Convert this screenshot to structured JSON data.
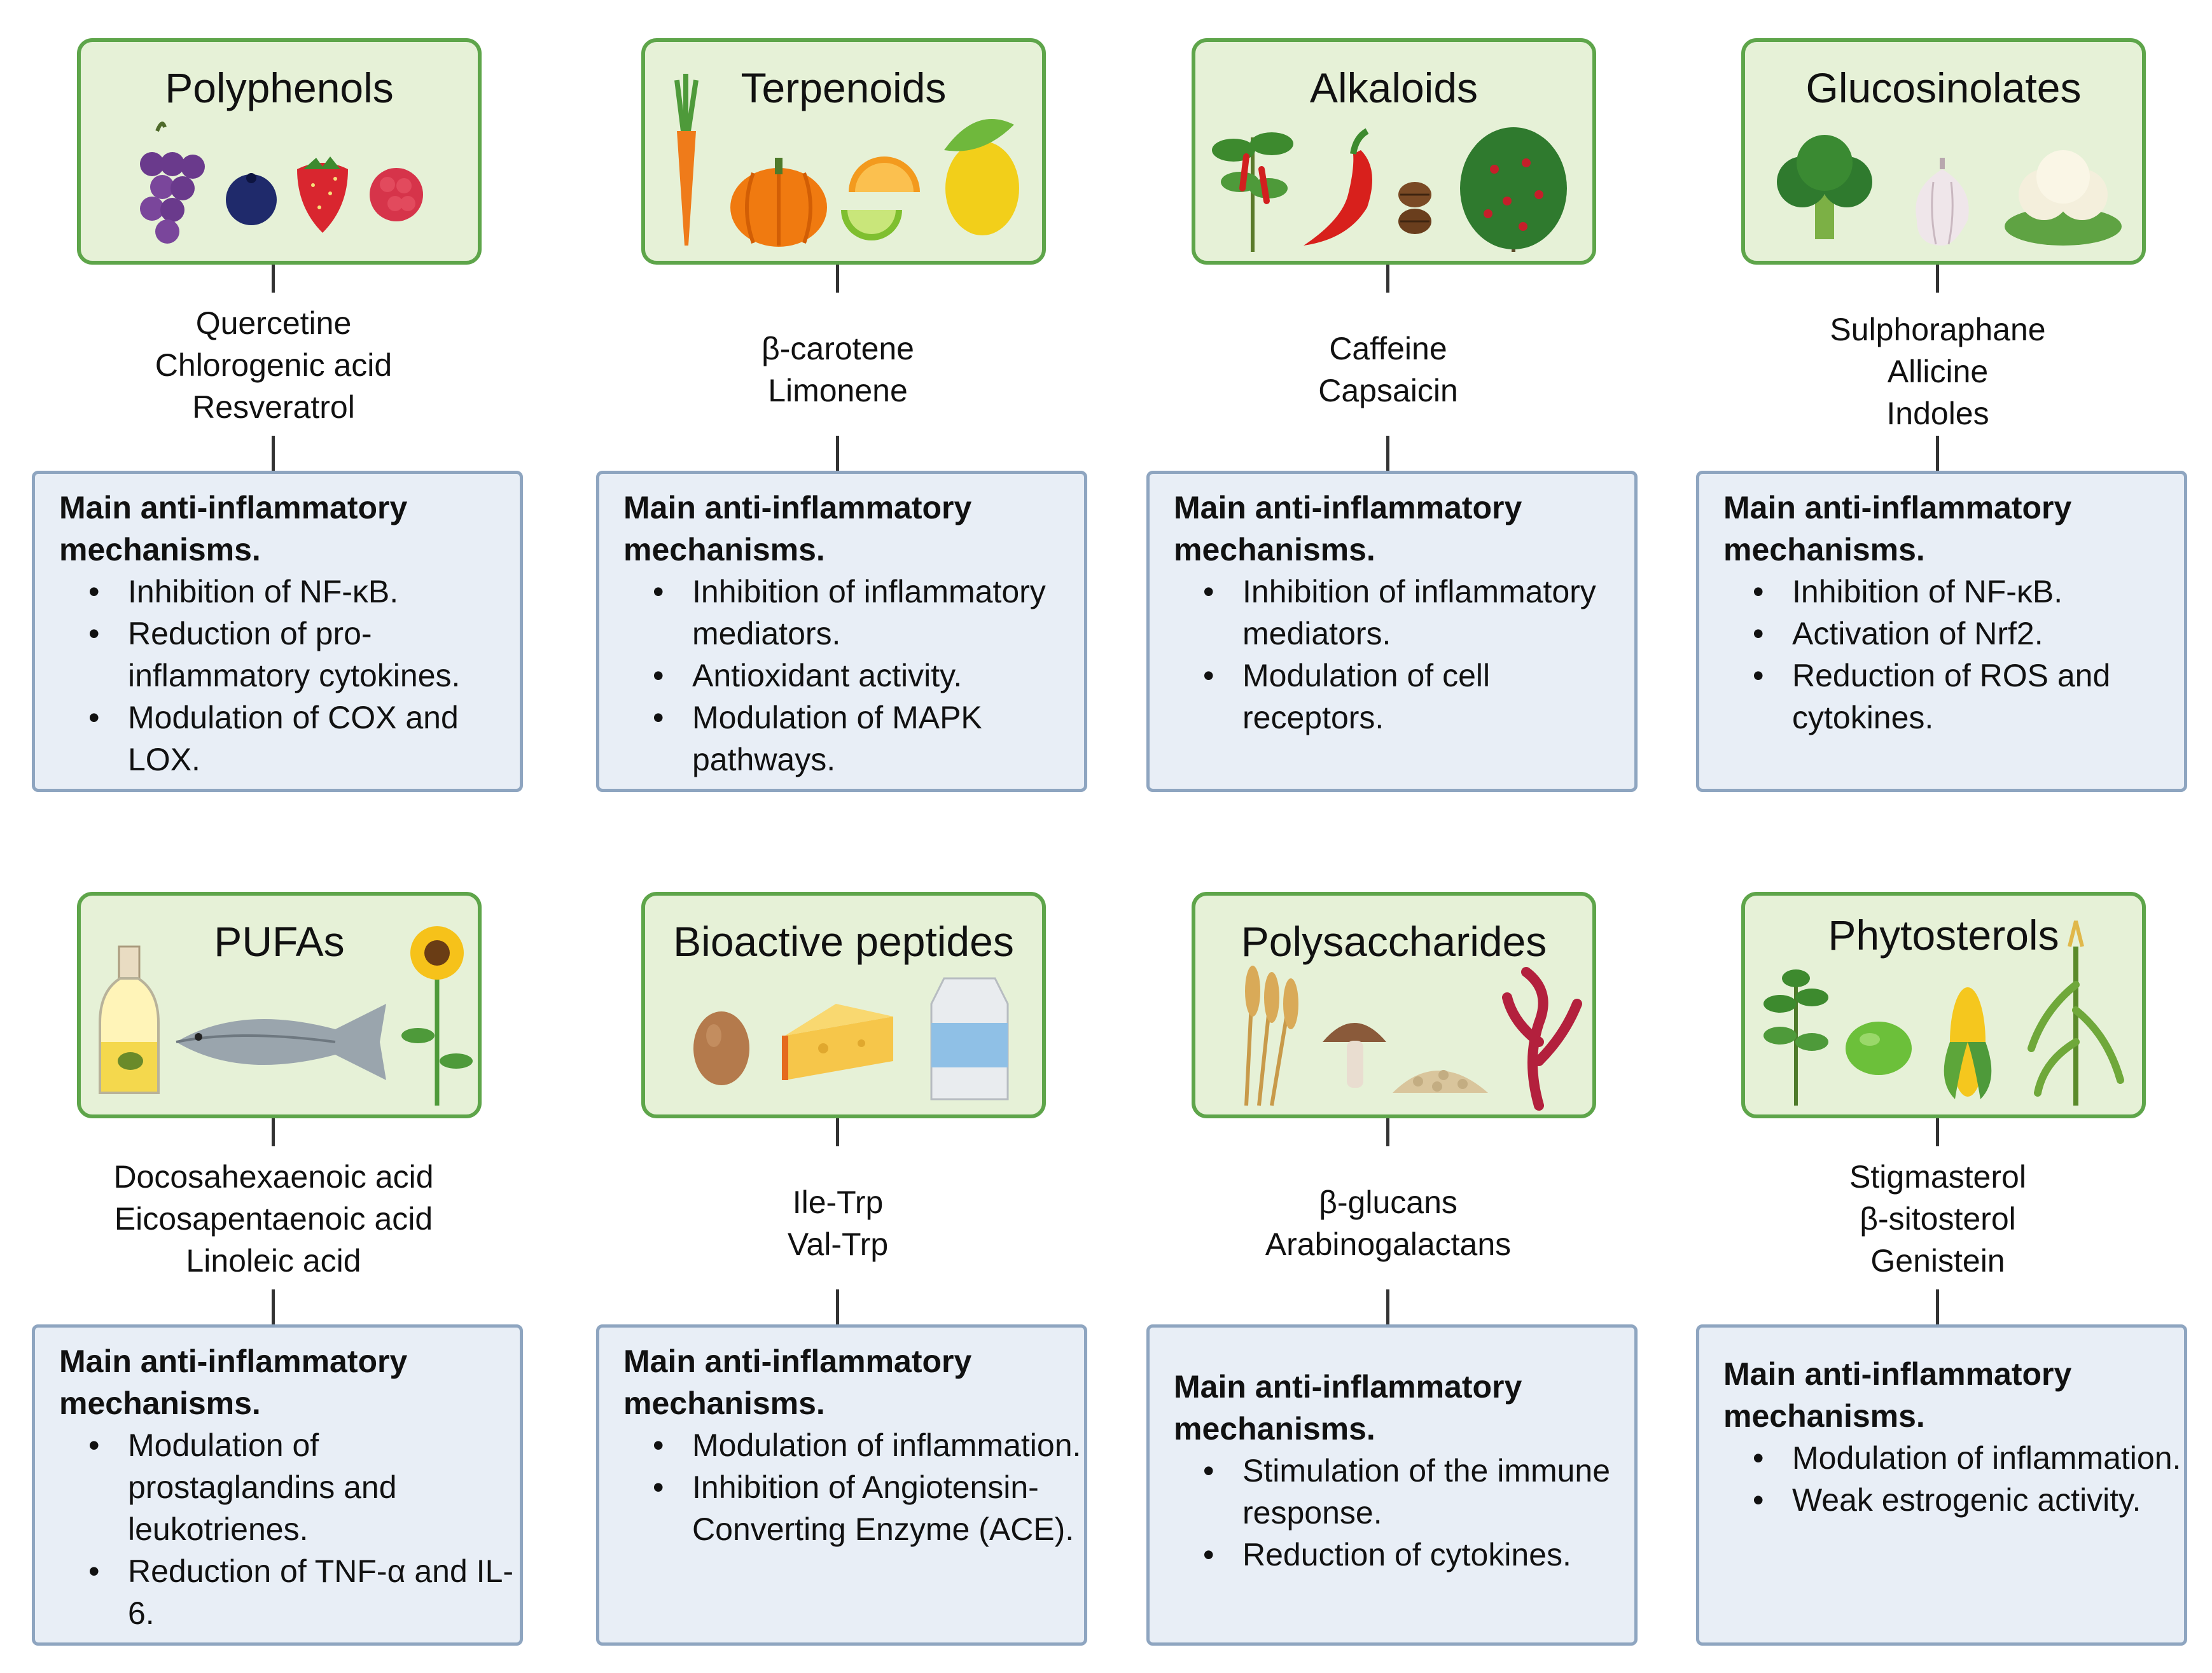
{
  "mechanism_heading": "Main anti-inflammatory mechanisms.",
  "groups": [
    {
      "title": "Polyphenols",
      "foods": [
        "grapes-icon",
        "blueberry-icon",
        "strawberry-icon",
        "raspberry-icon"
      ],
      "compounds": [
        "Quercetine",
        "Chlorogenic acid",
        "Resveratrol"
      ],
      "mechanisms": [
        "Inhibition of NF-κB.",
        "Reduction of pro-inflammatory cytokines.",
        "Modulation of COX and LOX."
      ]
    },
    {
      "title": "Terpenoids",
      "foods": [
        "carrot-icon",
        "pumpkin-icon",
        "orange-slice-icon",
        "lime-slice-icon",
        "lemon-icon"
      ],
      "compounds": [
        "β-carotene",
        "Limonene"
      ],
      "mechanisms": [
        "Inhibition of inflammatory mediators.",
        "Antioxidant activity.",
        "Modulation of MAPK pathways."
      ]
    },
    {
      "title": "Alkaloids",
      "foods": [
        "chili-plant-icon",
        "chili-pepper-icon",
        "coffee-beans-icon",
        "coffee-plant-icon"
      ],
      "compounds": [
        "Caffeine",
        "Capsaicin"
      ],
      "mechanisms": [
        "Inhibition of inflammatory mediators.",
        "Modulation of cell receptors."
      ]
    },
    {
      "title": "Glucosinolates",
      "foods": [
        "broccoli-icon",
        "garlic-icon",
        "cauliflower-icon"
      ],
      "compounds": [
        "Sulphoraphane",
        "Allicine",
        "Indoles"
      ],
      "mechanisms": [
        "Inhibition of NF-κB.",
        "Activation of Nrf2.",
        "Reduction of ROS and cytokines."
      ]
    },
    {
      "title": "PUFAs",
      "foods": [
        "olive-oil-bottle-icon",
        "fish-icon",
        "sunflower-icon"
      ],
      "compounds": [
        "Docosahexaenoic acid",
        "Eicosapentaenoic acid",
        "Linoleic acid"
      ],
      "mechanisms": [
        "Modulation of prostaglandins and leukotrienes.",
        "Reduction of TNF-α and IL-6."
      ]
    },
    {
      "title": "Bioactive peptides",
      "foods": [
        "egg-icon",
        "cheese-icon",
        "milk-carton-icon"
      ],
      "compounds": [
        "Ile-Trp",
        "Val-Trp"
      ],
      "mechanisms": [
        "Modulation of inflammation.",
        "Inhibition of Angiotensin-Converting Enzyme (ACE)."
      ]
    },
    {
      "title": "Polysaccharides",
      "foods": [
        "wheat-icon",
        "mushroom-icon",
        "oats-icon",
        "red-seaweed-icon"
      ],
      "compounds": [
        "β-glucans",
        "Arabinogalactans"
      ],
      "mechanisms": [
        "Stimulation of the immune response.",
        "Reduction of cytokines."
      ]
    },
    {
      "title": "Phytosterols",
      "foods": [
        "soybean-plant-icon",
        "bean-icon",
        "corn-cob-icon",
        "corn-plant-icon"
      ],
      "compounds": [
        "Stigmasterol",
        "β-sitosterol",
        "Genistein"
      ],
      "mechanisms": [
        "Modulation of inflammation.",
        "Weak estrogenic activity."
      ]
    }
  ],
  "colors": {
    "header_fill": "#e6f1d7",
    "header_border": "#5ea54a",
    "box_fill": "#e8eef6",
    "box_border": "#8ea5c0",
    "connector": "#333333"
  }
}
